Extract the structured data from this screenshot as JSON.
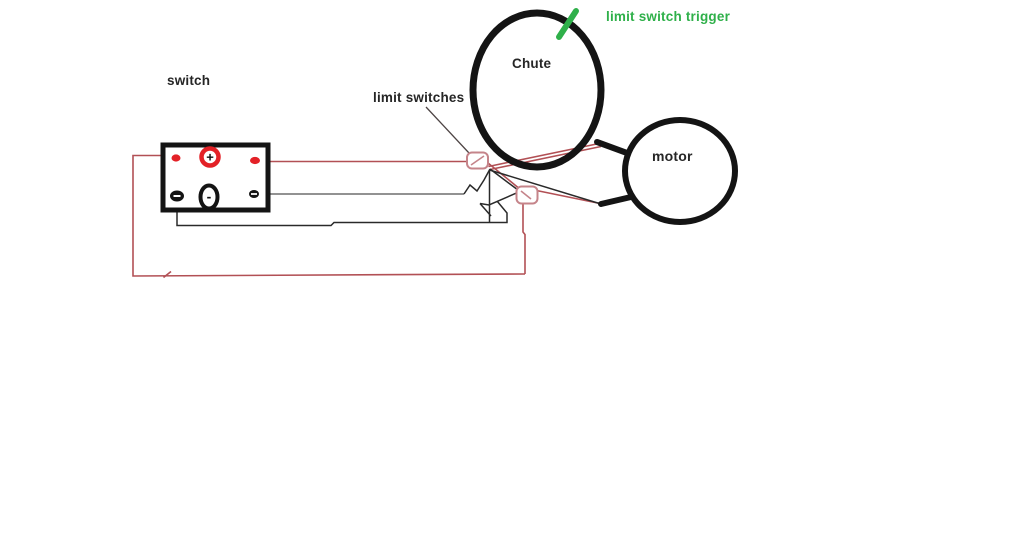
{
  "title": "chute motor wiring sketch",
  "labels": {
    "switch": "switch",
    "limit_switches": "limit switches",
    "chute": "Chute",
    "motor": "motor",
    "trigger": "limit switch trigger"
  },
  "terminals": {
    "positive_symbol": "+",
    "negative_symbol": "-"
  },
  "icons": {
    "limit_switch_symbol": "rounded-box-with-diagonal",
    "trigger_mark": "green-diagonal-stroke",
    "hand_arrow": "hand-drawn-right-arrow"
  },
  "colors": {
    "ink": "#141414",
    "wire-red": "#b25055",
    "wire-black": "#2a2a2a",
    "wire-gray": "#6e6e6e",
    "pointer": "#4d4444",
    "terminal-red": "#e32127",
    "switch-pink": "#c5848a",
    "green": "#2fb04a",
    "text-dark": "#262626"
  }
}
